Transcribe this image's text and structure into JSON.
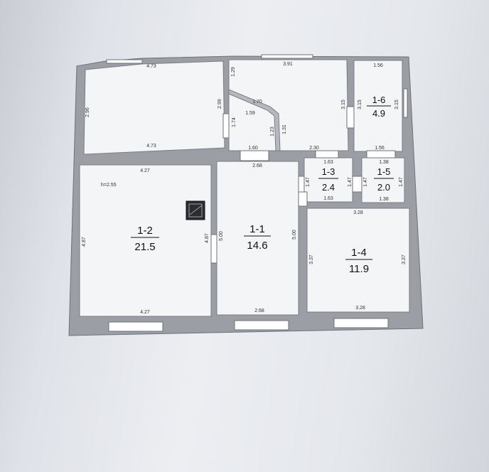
{
  "rooms": [
    {
      "id": "1-1",
      "area": "14.6"
    },
    {
      "id": "1-2",
      "area": "21.5"
    },
    {
      "id": "1-3",
      "area": "2.4"
    },
    {
      "id": "1-4",
      "area": "11.9"
    },
    {
      "id": "1-5",
      "area": "2.0"
    },
    {
      "id": "1-6",
      "area": "4.9"
    }
  ],
  "ceiling_height": "h=2.55",
  "dims": {
    "d473a": "4.73",
    "d473b": "4.73",
    "d296": "2.96",
    "d299": "2.99",
    "d391": "3.91",
    "d129": "1.29",
    "d170": "1.70",
    "d159": "1.59",
    "d174": "1.74",
    "d123": "1.23",
    "d131": "1.31",
    "d160": "1.60",
    "d230": "2.30",
    "d315a": "3.15",
    "d315b": "3.15",
    "d315c": "3.15",
    "d156a": "1.56",
    "d156b": "1.56",
    "d427a": "4.27",
    "d427b": "4.27",
    "d487a": "4.87",
    "d487b": "4.87",
    "d268a": "2.68",
    "d268b": "2.68",
    "d500a": "5.00",
    "d500b": "5.00",
    "d163a": "1.63",
    "d163b": "1.63",
    "d147a": "1.47",
    "d147b": "1.47",
    "d147c": "1.47",
    "d147d": "1.47",
    "d138a": "1.38",
    "d138b": "1.38",
    "d328a": "3.28",
    "d328b": "3.28",
    "d337a": "3.37",
    "d337b": "3.37"
  }
}
